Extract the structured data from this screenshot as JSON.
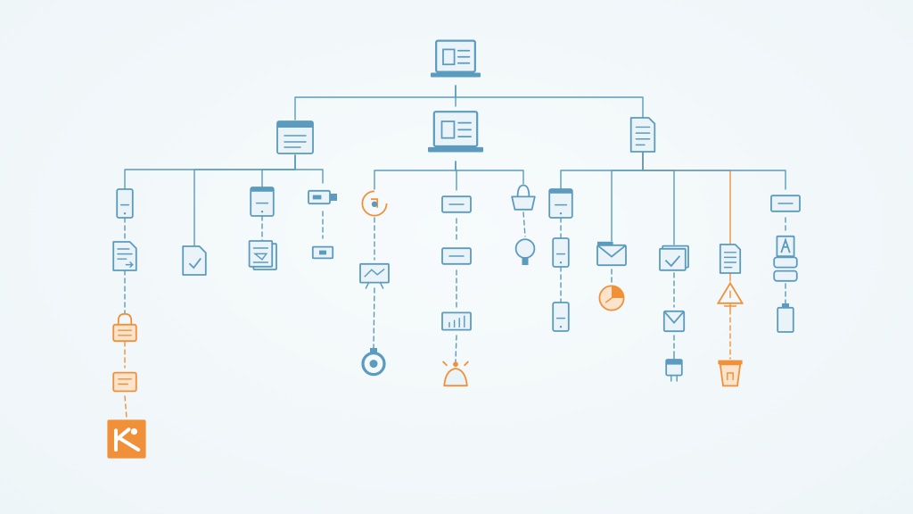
{
  "palette": {
    "blue": "#5b9bbf",
    "orange": "#f0913a",
    "fill": "#eaf3f8",
    "background": "#f3f8fa"
  },
  "nodes": [
    {
      "id": "root-laptop",
      "icon": "laptop-icon",
      "color": "blue",
      "parent": null
    },
    {
      "id": "hub-left-window",
      "icon": "window-icon",
      "color": "blue",
      "parent": "root-laptop"
    },
    {
      "id": "hub-center-laptop",
      "icon": "laptop-icon",
      "color": "blue",
      "parent": "root-laptop"
    },
    {
      "id": "hub-right-document",
      "icon": "document-icon",
      "color": "blue",
      "parent": "root-laptop"
    },
    {
      "id": "phone-a",
      "icon": "phone-icon",
      "color": "blue",
      "parent": "hub-left-window"
    },
    {
      "id": "doc-edit-a",
      "icon": "document-edit-icon",
      "color": "blue",
      "parent": "phone-a"
    },
    {
      "id": "lock-a",
      "icon": "lock-icon",
      "color": "orange",
      "parent": "doc-edit-a"
    },
    {
      "id": "message-a",
      "icon": "message-icon",
      "color": "orange",
      "parent": "lock-a"
    },
    {
      "id": "tool-tile-a",
      "icon": "tool-tile-icon",
      "color": "orange",
      "parent": "message-a"
    },
    {
      "id": "doc-check-b",
      "icon": "document-check-icon",
      "color": "blue",
      "parent": "hub-left-window"
    },
    {
      "id": "device-c",
      "icon": "mobile-device-icon",
      "color": "blue",
      "parent": "hub-left-window"
    },
    {
      "id": "stack-c",
      "icon": "document-stack-icon",
      "color": "blue",
      "parent": "device-c"
    },
    {
      "id": "usb-d",
      "icon": "usb-drive-icon",
      "color": "blue",
      "parent": "hub-left-window"
    },
    {
      "id": "chip-d",
      "icon": "chip-icon",
      "color": "blue",
      "parent": "usb-d"
    },
    {
      "id": "refresh-e",
      "icon": "refresh-icon",
      "color": "orange",
      "parent": "hub-center-laptop"
    },
    {
      "id": "board-e",
      "icon": "whiteboard-icon",
      "color": "blue",
      "parent": "refresh-e"
    },
    {
      "id": "ring-e",
      "icon": "ring-icon",
      "color": "blue",
      "parent": "board-e"
    },
    {
      "id": "card-f",
      "icon": "card-icon",
      "color": "blue",
      "parent": "hub-center-laptop"
    },
    {
      "id": "card2-f",
      "icon": "card-icon",
      "color": "blue",
      "parent": "card-f"
    },
    {
      "id": "chart-f",
      "icon": "bar-chart-icon",
      "color": "blue",
      "parent": "card2-f"
    },
    {
      "id": "bell-f",
      "icon": "bell-icon",
      "color": "orange",
      "parent": "chart-f"
    },
    {
      "id": "bag-g",
      "icon": "bag-icon",
      "color": "blue",
      "parent": "hub-center-laptop"
    },
    {
      "id": "bulb-g",
      "icon": "bulb-icon",
      "color": "blue",
      "parent": "bag-g"
    },
    {
      "id": "tablet-h",
      "icon": "tablet-icon",
      "color": "blue",
      "parent": "hub-right-document"
    },
    {
      "id": "phone-h",
      "icon": "phone-icon",
      "color": "blue",
      "parent": "tablet-h"
    },
    {
      "id": "phone2-h",
      "icon": "phone-icon",
      "color": "blue",
      "parent": "phone-h"
    },
    {
      "id": "mail-i",
      "icon": "mail-icon",
      "color": "blue",
      "parent": "hub-right-document"
    },
    {
      "id": "clock-i",
      "icon": "clock-icon",
      "color": "orange",
      "parent": "mail-i"
    },
    {
      "id": "image-j",
      "icon": "image-stack-icon",
      "color": "blue",
      "parent": "hub-right-document"
    },
    {
      "id": "envelope-j",
      "icon": "envelope-icon",
      "color": "blue",
      "parent": "image-j"
    },
    {
      "id": "plug-j",
      "icon": "plug-icon",
      "color": "blue",
      "parent": "envelope-j"
    },
    {
      "id": "doc-k",
      "icon": "document-icon",
      "color": "blue",
      "parent": "hub-right-document"
    },
    {
      "id": "warning-k",
      "icon": "warning-icon",
      "color": "orange",
      "parent": "doc-k"
    },
    {
      "id": "cup-k",
      "icon": "cup-icon",
      "color": "orange",
      "parent": "warning-k"
    },
    {
      "id": "card-l",
      "icon": "card-icon",
      "color": "blue",
      "parent": "hub-right-document"
    },
    {
      "id": "font-l",
      "icon": "font-icon",
      "color": "blue",
      "parent": "card-l"
    },
    {
      "id": "database-l",
      "icon": "database-icon",
      "color": "blue",
      "parent": "font-l"
    },
    {
      "id": "battery-l",
      "icon": "battery-icon",
      "color": "blue",
      "parent": "database-l"
    }
  ]
}
